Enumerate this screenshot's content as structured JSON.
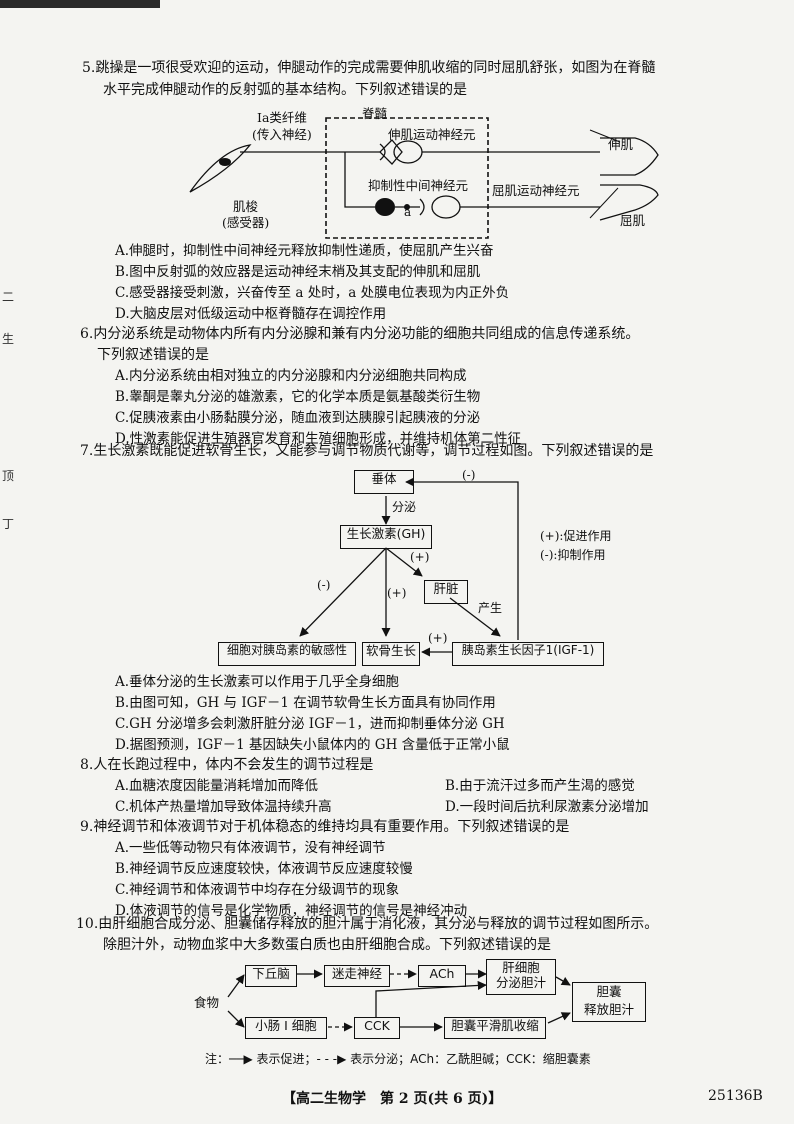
{
  "q5": {
    "line1": "5.跳操是一项很受欢迎的运动，伸腿动作的完成需要伸肌收缩的同时屈肌舒张，如图为在脊髓",
    "line2": "水平完成伸腿动作的反射弧的基本结构。下列叙述错误的是",
    "fig": {
      "fiber": "Ⅰa类纤维",
      "afferent": "(传入神经)",
      "spinal": "脊髓",
      "ext_motor": "伸肌运动神经元",
      "inhib": "抑制性中间神经元",
      "a": "a",
      "flex_motor": "屈肌运动神经元",
      "spindle": "肌梭",
      "receptor": "(感受器)",
      "extensor": "伸肌",
      "flexor": "屈肌"
    },
    "options": [
      "A.伸腿时，抑制性中间神经元释放抑制性递质，使屈肌产生兴奋",
      "B.图中反射弧的效应器是运动神经末梢及其支配的伸肌和屈肌",
      "C.感受器接受刺激，兴奋传至 a 处时，a 处膜电位表现为内正外负",
      "D.大脑皮层对低级运动中枢脊髓存在调控作用"
    ]
  },
  "q6": {
    "line1": "6.内分泌系统是动物体内所有内分泌腺和兼有内分泌功能的细胞共同组成的信息传递系统。",
    "line2": "下列叙述错误的是",
    "options": [
      "A.内分泌系统由相对独立的内分泌腺和内分泌细胞共同构成",
      "B.睾酮是睾丸分泌的雄激素，它的化学本质是氨基酸类衍生物",
      "C.促胰液素由小肠黏膜分泌，随血液到达胰腺引起胰液的分泌",
      "D.性激素能促进生殖器官发育和生殖细胞形成，并维持机体第二性征"
    ]
  },
  "q7": {
    "line1": "7.生长激素既能促进软骨生长，又能参与调节物质代谢等，调节过程如图。下列叙述错误的是",
    "fig": {
      "pituitary": "垂体",
      "secrete": "分泌",
      "gh": "生长激素(GH)",
      "liver": "肝脏",
      "produce": "产生",
      "insulin_sens": "细胞对胰岛素的敏感性",
      "cartilage": "软骨生长",
      "igf": "胰岛素生长因子1(IGF-1)",
      "neg": "(-)",
      "pos": "(+)",
      "legend_pos": "(+):促进作用",
      "legend_neg": "(-):抑制作用"
    },
    "options": [
      "A.垂体分泌的生长激素可以作用于几乎全身细胞",
      "B.由图可知，GH 与 IGF－1 在调节软骨生长方面具有协同作用",
      "C.GH 分泌增多会刺激肝脏分泌 IGF－1，进而抑制垂体分泌 GH",
      "D.据图预测，IGF－1 基因缺失小鼠体内的 GH 含量低于正常小鼠"
    ]
  },
  "q8": {
    "line1": "8.人在长跑过程中，体内不会发生的调节过程是",
    "options": [
      "A.血糖浓度因能量消耗增加而降低",
      "B.由于流汗过多而产生渴的感觉",
      "C.机体产热量增加导致体温持续升高",
      "D.一段时间后抗利尿激素分泌增加"
    ]
  },
  "q9": {
    "line1": "9.神经调节和体液调节对于机体稳态的维持均具有重要作用。下列叙述错误的是",
    "options": [
      "A.一些低等动物只有体液调节，没有神经调节",
      "B.神经调节反应速度较快，体液调节反应速度较慢",
      "C.神经调节和体液调节中均存在分级调节的现象",
      "D.体液调节的信号是化学物质，神经调节的信号是神经冲动"
    ]
  },
  "q10": {
    "line1": "10.由肝细胞合成分泌、胆囊储存释放的胆汁属于消化液，其分泌与释放的调节过程如图所示。",
    "line2": "除胆汁外，动物血浆中大多数蛋白质也由肝细胞合成。下列叙述错误的是",
    "fig": {
      "food": "食物",
      "hypothalamus": "下丘脑",
      "vagus": "迷走神经",
      "ach": "ACh",
      "liver_cell": "肝细胞",
      "secrete_bile": "分泌胆汁",
      "gall": "胆囊",
      "release_bile": "释放胆汁",
      "i_cell": "小肠 I 细胞",
      "cck": "CCK",
      "smooth": "胆囊平滑肌收缩",
      "note": "注：──▶ 表示促进；- - -▶ 表示分泌；ACh：乙酰胆碱；CCK：缩胆囊素"
    }
  },
  "footer": {
    "title": "【高二生物学　第 2 页(共 6 页)】",
    "code": "25136B"
  },
  "margin_marks": [
    "二",
    "生",
    "顶",
    "丁"
  ]
}
